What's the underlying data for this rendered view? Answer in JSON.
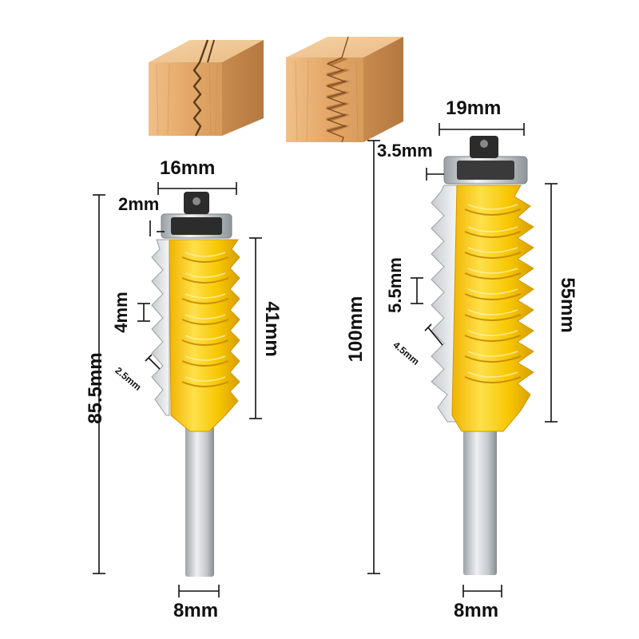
{
  "product": {
    "left_bit": {
      "cutting_diameter": "16mm",
      "bearing_gap": "2mm",
      "tooth_pitch": "4mm",
      "tooth_depth": "2.5mm",
      "cutting_length": "41mm",
      "overall_length": "85.5mm",
      "shank_diameter": "8mm"
    },
    "right_bit": {
      "cutting_diameter": "19mm",
      "bearing_gap": "3.5mm",
      "tooth_pitch": "5.5mm",
      "tooth_depth": "4.5mm",
      "cutting_length": "55mm",
      "overall_length": "100mm",
      "shank_diameter": "8mm"
    }
  },
  "colors": {
    "wood_light": "#e8b47a",
    "wood_dark": "#c98e55",
    "cutter_yellow": "#f7c600",
    "cutter_shade": "#e0a800",
    "steel": "#c9ccd0",
    "steel_dark": "#8d9196",
    "bearing_dark": "#2b2b2b"
  }
}
